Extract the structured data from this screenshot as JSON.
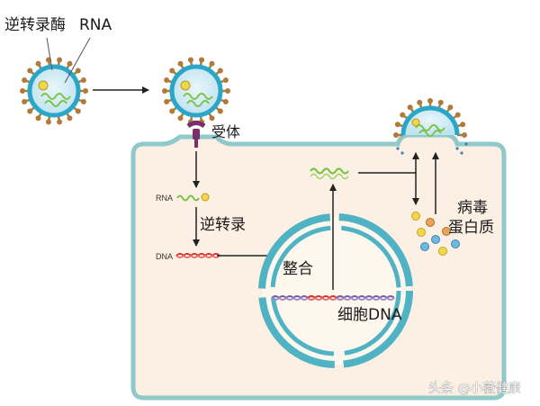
{
  "labels": {
    "reverse_transcriptase": "逆转录酶",
    "rna_top": "RNA",
    "receptor": "受体",
    "rna_small": "RNA",
    "reverse_transcription": "逆转录",
    "dna_small": "DNA",
    "integration": "整合",
    "cell_dna": "细胞DNA",
    "viral_protein_line1": "病毒",
    "viral_protein_line2": "蛋白质"
  },
  "watermark": "头条 @小薇健康",
  "colors": {
    "cell_fill": "#fbf0e3",
    "cell_border": "#8fc9c9",
    "nucleus_ring": "#4fb3c3",
    "virus_shell": "#2aa6c8",
    "virus_spike": "#b07a3a",
    "rna_green": "#7cc34a",
    "dna_red": "#d9322f",
    "dna_purple": "#7b5ea8",
    "receptor": "#7a2f6b",
    "arrow": "#222222"
  }
}
